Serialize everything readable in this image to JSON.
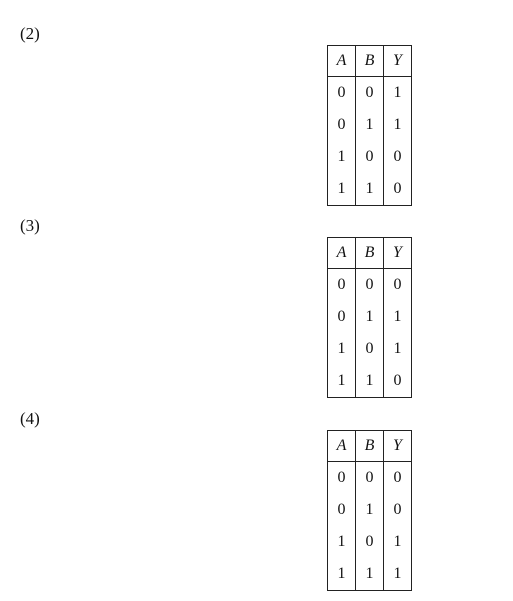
{
  "items": [
    {
      "label": "(2)",
      "headers": [
        "A",
        "B",
        "Y"
      ],
      "rows": [
        [
          "0",
          "0",
          "1"
        ],
        [
          "0",
          "1",
          "1"
        ],
        [
          "1",
          "0",
          "0"
        ],
        [
          "1",
          "1",
          "0"
        ]
      ]
    },
    {
      "label": "(3)",
      "headers": [
        "A",
        "B",
        "Y"
      ],
      "rows": [
        [
          "0",
          "0",
          "0"
        ],
        [
          "0",
          "1",
          "1"
        ],
        [
          "1",
          "0",
          "1"
        ],
        [
          "1",
          "1",
          "0"
        ]
      ]
    },
    {
      "label": "(4)",
      "headers": [
        "A",
        "B",
        "Y"
      ],
      "rows": [
        [
          "0",
          "0",
          "0"
        ],
        [
          "0",
          "1",
          "0"
        ],
        [
          "1",
          "0",
          "1"
        ],
        [
          "1",
          "1",
          "1"
        ]
      ]
    }
  ]
}
